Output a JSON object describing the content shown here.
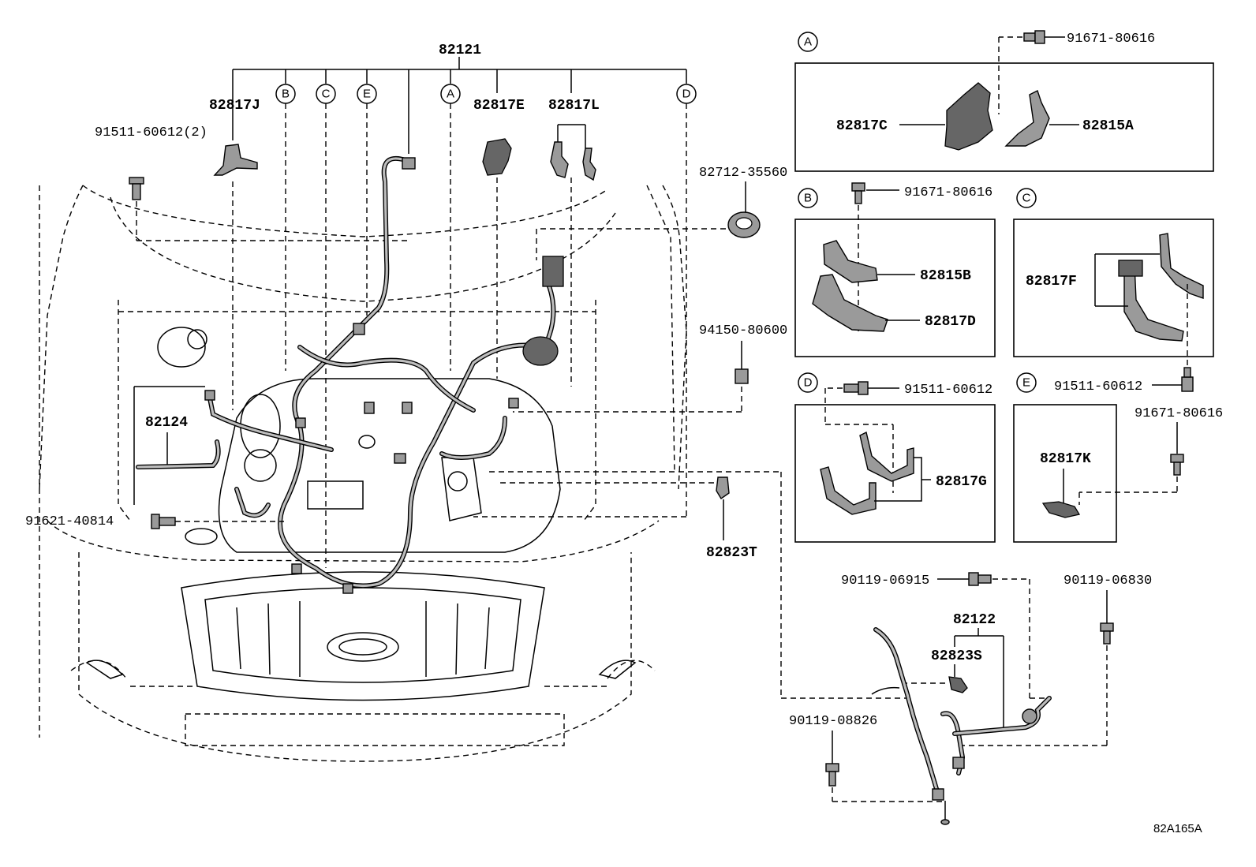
{
  "diagram_code": "82A165A",
  "labels": {
    "main_harness": "82121",
    "p82817J": "82817J",
    "p82817E": "82817E",
    "p82817L": "82817L",
    "p91511_60612_2": "91511-60612(2)",
    "p82712_35560": "82712-35560",
    "p94150_80600": "94150-80600",
    "p82124": "82124",
    "p91621_40814": "91621-40814",
    "p82823T": "82823T",
    "p91671_80616_a": "91671-80616",
    "p82817C": "82817C",
    "p82815A": "82815A",
    "p91671_80616_b": "91671-80616",
    "p82815B": "82815B",
    "p82817D": "82817D",
    "p82817F": "82817F",
    "p91511_60612_d": "91511-60612",
    "p91511_60612_e": "91511-60612",
    "p82817G": "82817G",
    "p91671_80616_e": "91671-80616",
    "p82817K": "82817K",
    "p90119_06915": "90119-06915",
    "p90119_06830": "90119-06830",
    "p82122": "82122",
    "p82823S": "82823S",
    "p90119_08826": "90119-08826"
  },
  "callouts": {
    "A": "A",
    "B": "B",
    "C": "C",
    "D": "D",
    "E": "E"
  }
}
